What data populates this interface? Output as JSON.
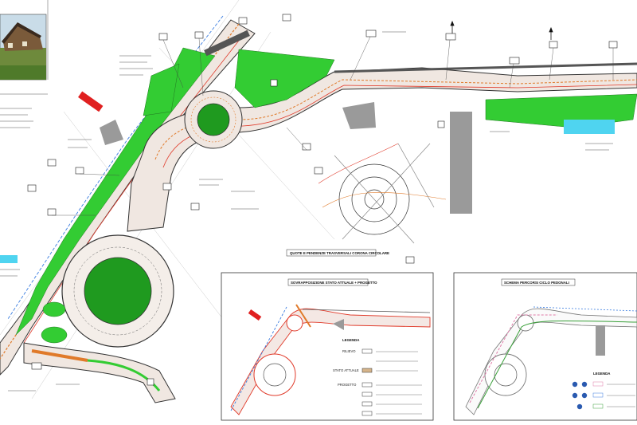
{
  "plan": {
    "section_title": "QUOTE E PENDENZE TRASVERSALI CORONA CIRCOLARE"
  },
  "inset_overlay": {
    "title": "SOVRAPPOSIZIONE STATO ATTUALE + PROGETTO",
    "legend_title": "LEGENDA",
    "legend_items": [
      "RILIEVO",
      "STATO ATTUALE",
      "PROGETTO"
    ]
  },
  "inset_cycle": {
    "title": "SCHEMA PERCORSI CICLO PEDONALI",
    "legend_title": "LEGENDA"
  },
  "colors": {
    "green_area": "#33cc33",
    "roundabout_green": "#1f9a1f",
    "road_fill": "#f0e7e1",
    "road_edge": "#333333",
    "red_path": "#e03a2a",
    "orange": "#e07a2a",
    "blue_line": "#3a7de0",
    "water_blue": "#4fd4f0",
    "building_grey": "#9a9a9a"
  },
  "icons": [
    "north-arrow-icon",
    "pedestrian-icon",
    "bicycle-icon"
  ]
}
